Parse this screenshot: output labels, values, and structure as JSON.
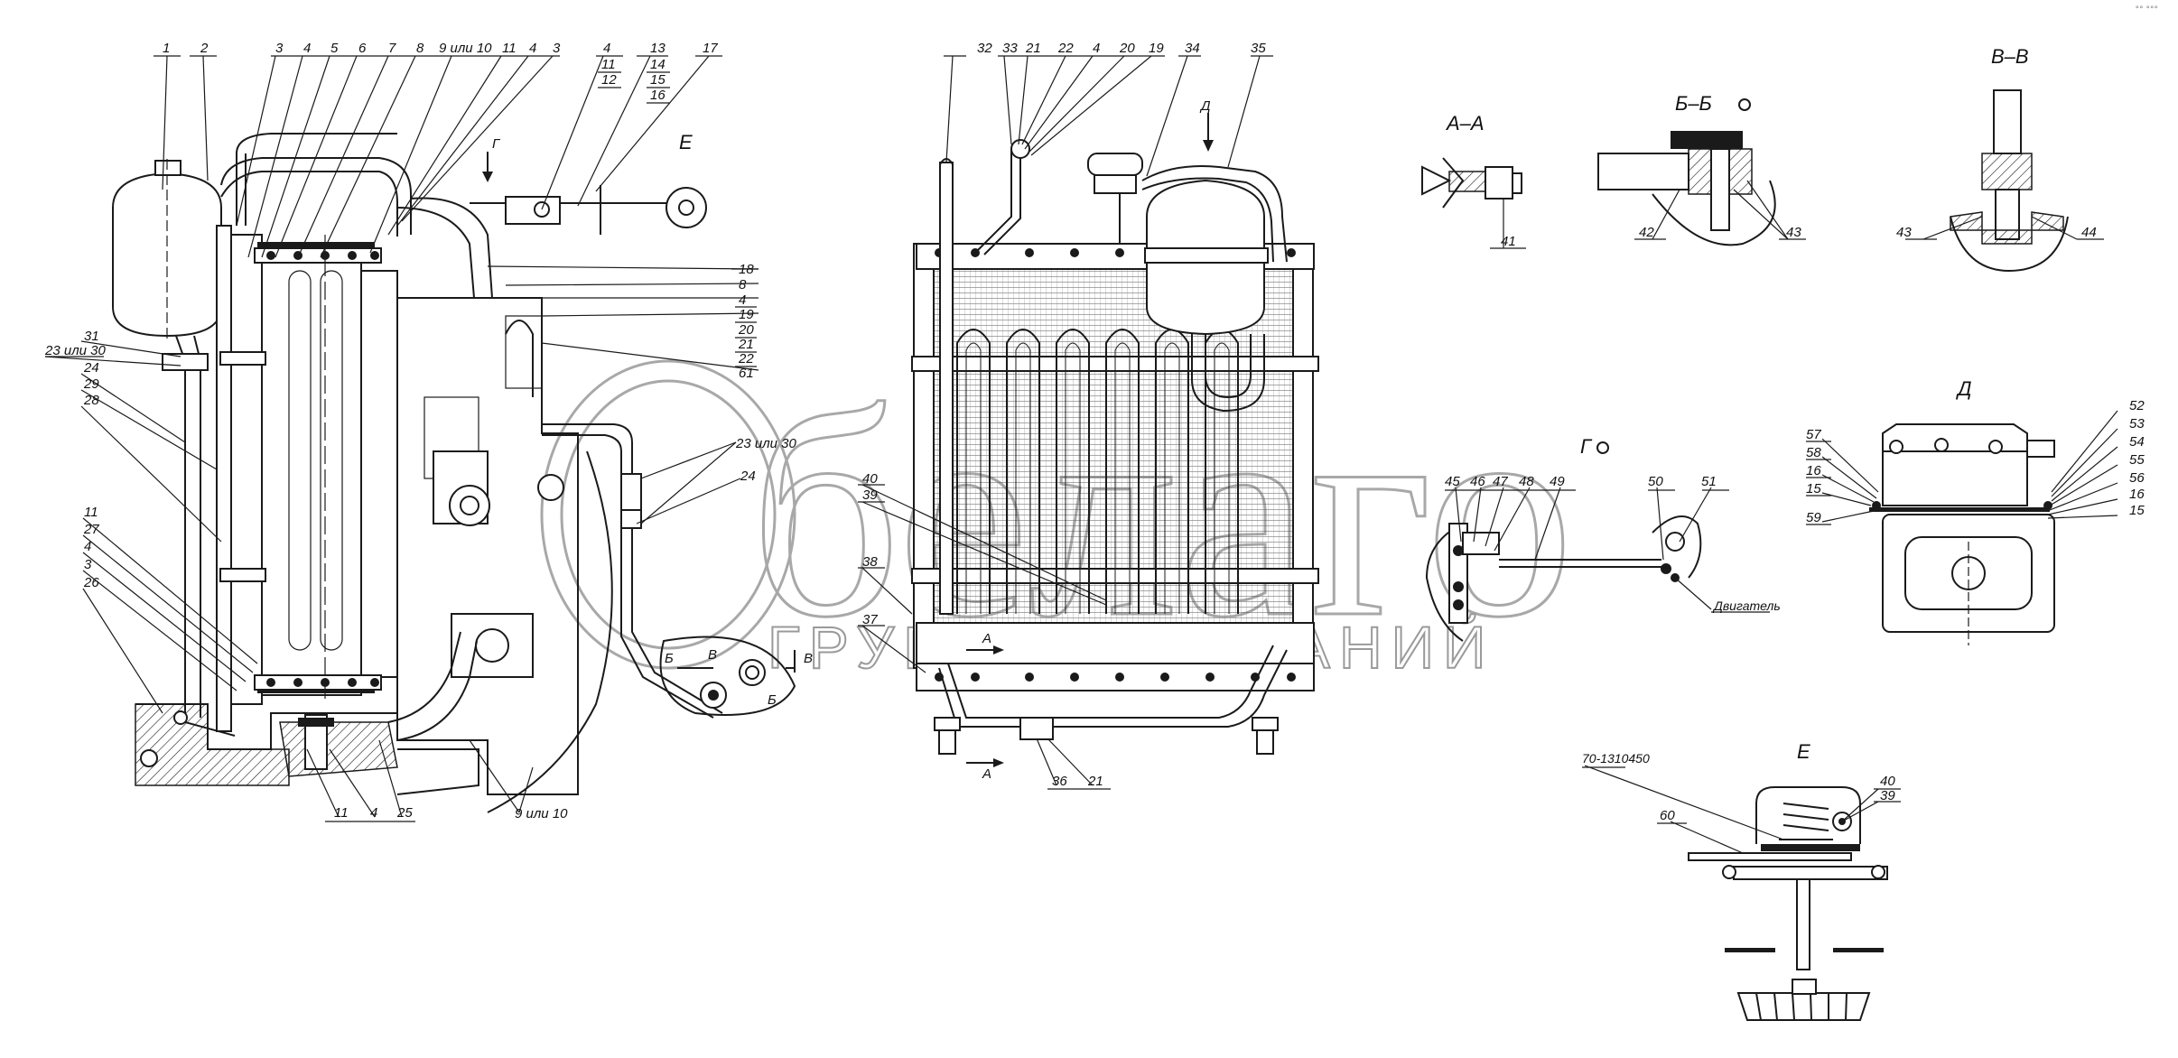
{
  "corner_mark": "°° °°°",
  "watermark": {
    "logo": "белаго",
    "company": "ГРУППА КОМПАНИЙ"
  },
  "section_titles": {
    "aa": "А–А",
    "bb": "Б–Б",
    "vv": "В–В",
    "g": "Г",
    "d": "Д",
    "e": "Е"
  },
  "view_markers": {
    "g_arrow": "Г",
    "d_arrow": "Д",
    "e_view": "Е",
    "b_cut_1": "Б",
    "b_cut_2": "Б",
    "v_cut_1": "В",
    "v_cut_2": "В",
    "a_cut_1": "А",
    "a_cut_2": "А"
  },
  "notes": {
    "engine": "Двигатель",
    "part_number": "70-1310450"
  },
  "callouts": {
    "left_top": [
      "1",
      "2",
      "3",
      "4",
      "5",
      "6",
      "7",
      "8",
      "9 или 10",
      "11",
      "4",
      "3"
    ],
    "left_top_stack_a": [
      "4",
      "11",
      "12"
    ],
    "left_top_stack_b": [
      "13",
      "14",
      "15",
      "16"
    ],
    "left_top_17": "17",
    "left_right_col": [
      "18",
      "8",
      "4",
      "19",
      "20",
      "21",
      "22",
      "61"
    ],
    "left_side": [
      "31",
      "23 или 30",
      "24",
      "29",
      "28"
    ],
    "left_lower": [
      "11",
      "27",
      "4",
      "3",
      "26"
    ],
    "left_bottom": [
      "11",
      "4",
      "25",
      "9 или 10"
    ],
    "pipe_labels": [
      "23 или 30",
      "24"
    ],
    "center_top": [
      "32",
      "33",
      "21",
      "22",
      "4",
      "20",
      "19",
      "34",
      "35"
    ],
    "center_left": [
      "40",
      "39",
      "38",
      "37"
    ],
    "center_bottom": [
      "36",
      "21"
    ],
    "aa_labels": [
      "41"
    ],
    "bb_labels": [
      "42",
      "43"
    ],
    "vv_labels": [
      "43",
      "44"
    ],
    "g_labels": [
      "45",
      "46",
      "47",
      "48",
      "49",
      "50",
      "51"
    ],
    "d_left": [
      "57",
      "58",
      "16",
      "15",
      "59"
    ],
    "d_right": [
      "52",
      "53",
      "54",
      "55",
      "56",
      "16",
      "15"
    ],
    "e_labels": [
      "60",
      "40",
      "39"
    ]
  }
}
